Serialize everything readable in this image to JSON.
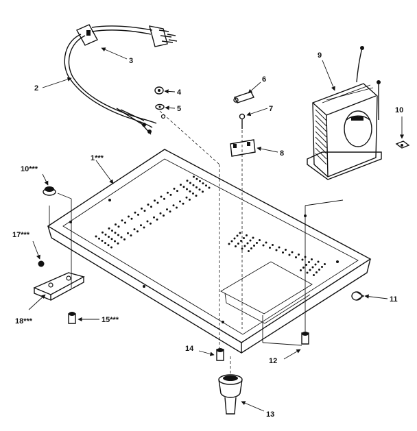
{
  "labels": {
    "1": "1***",
    "2": "2",
    "3": "3",
    "4": "4",
    "5": "5",
    "6": "6",
    "7": "7",
    "8": "8",
    "9": "9",
    "10": "10",
    "10b": "10***",
    "11": "11",
    "12": "12",
    "13": "13",
    "14": "14",
    "15": "15***",
    "17": "17***",
    "18": "18***"
  },
  "colors": {
    "ink": "#111111",
    "paper": "#ffffff"
  }
}
